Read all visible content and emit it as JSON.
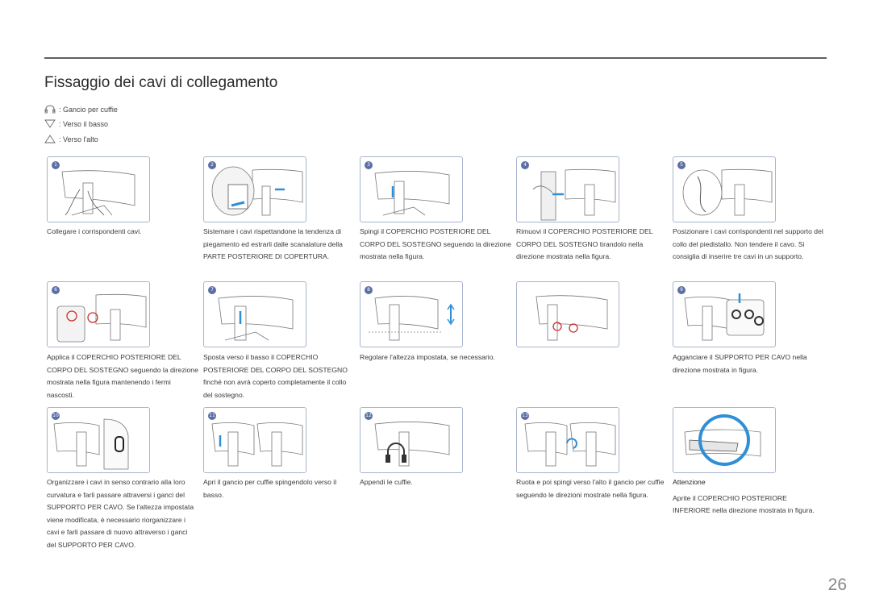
{
  "page": {
    "title": "Fissaggio dei cavi di collegamento",
    "page_number": "26"
  },
  "legend": [
    {
      "icon": "headphone-hook-icon",
      "label": ": Gancio per cuffie"
    },
    {
      "icon": "arrow-down-triangle-icon",
      "label": ": Verso il basso"
    },
    {
      "icon": "arrow-up-triangle-icon",
      "label": ": Verso l'alto"
    }
  ],
  "steps": [
    {
      "n": "1",
      "text": "Collegare i corrispondenti cavi."
    },
    {
      "n": "2",
      "text": "Sistemare i cavi rispettandone la tendenza di piegamento ed estrarli dalle scanalature della PARTE POSTERIORE DI COPERTURA."
    },
    {
      "n": "3",
      "text": "Spingi il COPERCHIO POSTERIORE DEL CORPO DEL SOSTEGNO seguendo la direzione mostrata nella figura."
    },
    {
      "n": "4",
      "text": "Rimuovi il COPERCHIO POSTERIORE DEL CORPO DEL SOSTEGNO tirandolo nella direzione mostrata nella figura."
    },
    {
      "n": "5",
      "text": "Posizionare i cavi corrispondenti nel supporto del collo del piedistallo. Non tendere il cavo. Si consiglia di inserire tre cavi in un supporto."
    },
    {
      "n": "6",
      "text": "Applica il COPERCHIO POSTERIORE DEL CORPO DEL SOSTEGNO seguendo la direzione mostrata nella figura mantenendo i fermi nascosti."
    },
    {
      "n": "7",
      "text": "Sposta verso il basso il COPERCHIO POSTERIORE DEL CORPO DEL SOSTEGNO finché non avrà coperto completamente il collo del sostegno."
    },
    {
      "n": "8",
      "text": "Regolare l'altezza impostata, se necessario."
    },
    {
      "n": "",
      "text": ""
    },
    {
      "n": "9",
      "text": "Agganciare il SUPPORTO PER CAVO nella direzione mostrata in figura."
    },
    {
      "n": "10",
      "text": "Organizzare i cavi in senso contrario alla loro curvatura e farli passare attraversi i ganci del SUPPORTO PER CAVO. Se l'altezza impostata viene modificata, è necessario riorganizzare i cavi e farli passare di nuovo attraverso i ganci del SUPPORTO PER CAVO."
    },
    {
      "n": "11",
      "text": "Apri il gancio per cuffie spingendolo verso il basso."
    },
    {
      "n": "12",
      "text": "Appendi le cuffie."
    },
    {
      "n": "13",
      "text": "Ruota e poi spingi verso l'alto il gancio per cuffie seguendo le direzioni mostrate nella figura."
    }
  ],
  "attention": {
    "title": "Attenzione",
    "text": "Aprite il COPERCHIO POSTERIORE INFERIORE nella direzione mostrata in figura."
  },
  "colors": {
    "badge": "#5b6fa6",
    "frame": "#a7b4cc",
    "highlight_blue": "#2f8fd6",
    "highlight_red": "#c9302c"
  }
}
